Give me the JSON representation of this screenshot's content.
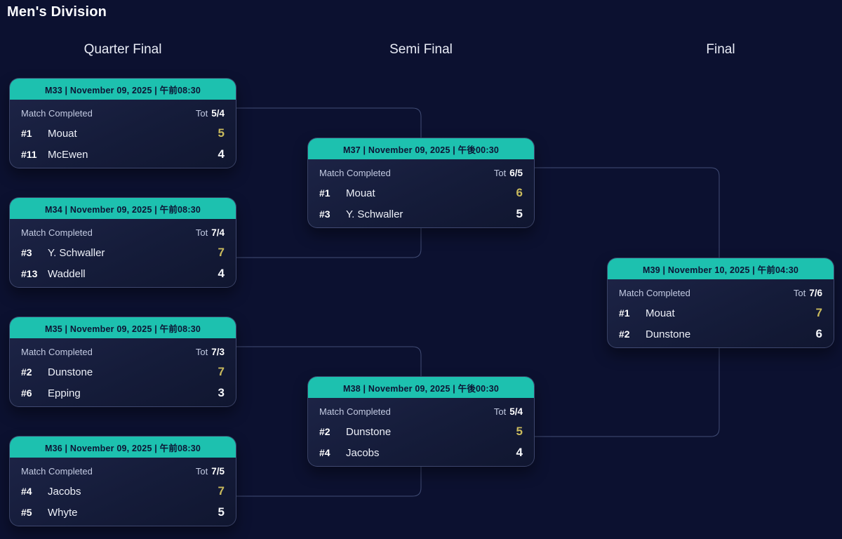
{
  "page": {
    "title": "Men's Division",
    "background_color": "#0c1130",
    "accent_color": "#1dc1af",
    "winner_score_color": "#c9ba5d",
    "connector_color": "rgba(132,150,205,0.45)"
  },
  "labels": {
    "tot": "Tot",
    "status_completed": "Match Completed"
  },
  "rounds": [
    {
      "label": "Quarter Final"
    },
    {
      "label": "Semi Final"
    },
    {
      "label": "Final"
    }
  ],
  "matches": [
    {
      "header": "M33 | November 09, 2025 | 午前08:30",
      "status": "Match Completed",
      "tot": "5/4",
      "teams": [
        {
          "seed": "#1",
          "name": "Mouat",
          "score": "5",
          "winner": true
        },
        {
          "seed": "#11",
          "name": "McEwen",
          "score": "4",
          "winner": false
        }
      ]
    },
    {
      "header": "M34 | November 09, 2025 | 午前08:30",
      "status": "Match Completed",
      "tot": "7/4",
      "teams": [
        {
          "seed": "#3",
          "name": "Y. Schwaller",
          "score": "7",
          "winner": true
        },
        {
          "seed": "#13",
          "name": "Waddell",
          "score": "4",
          "winner": false
        }
      ]
    },
    {
      "header": "M35 | November 09, 2025 | 午前08:30",
      "status": "Match Completed",
      "tot": "7/3",
      "teams": [
        {
          "seed": "#2",
          "name": "Dunstone",
          "score": "7",
          "winner": true
        },
        {
          "seed": "#6",
          "name": "Epping",
          "score": "3",
          "winner": false
        }
      ]
    },
    {
      "header": "M36 | November 09, 2025 | 午前08:30",
      "status": "Match Completed",
      "tot": "7/5",
      "teams": [
        {
          "seed": "#4",
          "name": "Jacobs",
          "score": "7",
          "winner": true
        },
        {
          "seed": "#5",
          "name": "Whyte",
          "score": "5",
          "winner": false
        }
      ]
    },
    {
      "header": "M37 | November 09, 2025 | 午後00:30",
      "status": "Match Completed",
      "tot": "6/5",
      "teams": [
        {
          "seed": "#1",
          "name": "Mouat",
          "score": "6",
          "winner": true
        },
        {
          "seed": "#3",
          "name": "Y. Schwaller",
          "score": "5",
          "winner": false
        }
      ]
    },
    {
      "header": "M38 | November 09, 2025 | 午後00:30",
      "status": "Match Completed",
      "tot": "5/4",
      "teams": [
        {
          "seed": "#2",
          "name": "Dunstone",
          "score": "5",
          "winner": true
        },
        {
          "seed": "#4",
          "name": "Jacobs",
          "score": "4",
          "winner": false
        }
      ]
    },
    {
      "header": "M39 | November 10, 2025 | 午前04:30",
      "status": "Match Completed",
      "tot": "7/6",
      "teams": [
        {
          "seed": "#1",
          "name": "Mouat",
          "score": "7",
          "winner": true
        },
        {
          "seed": "#2",
          "name": "Dunstone",
          "score": "6",
          "winner": false
        }
      ]
    }
  ]
}
